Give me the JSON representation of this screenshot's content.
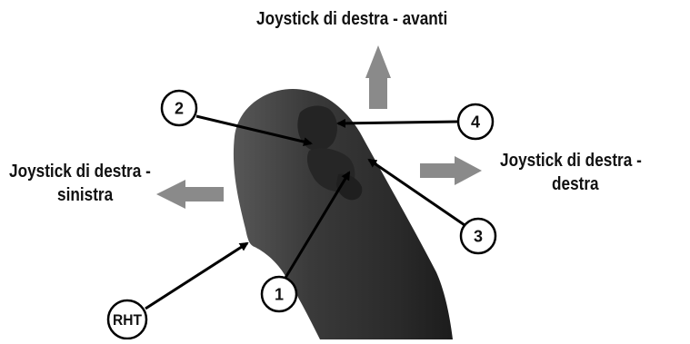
{
  "labels": {
    "forward": "Joystick di destra - avanti",
    "left_line1": "Joystick di destra -",
    "left_line2": "sinistra",
    "right_line1": "Joystick di destra -",
    "right_line2": "destra"
  },
  "callouts": {
    "c1": "1",
    "c2": "2",
    "c3": "3",
    "c4": "4",
    "rht": "RHT"
  },
  "colors": {
    "direction_arrow": "#8a8a8a",
    "handle_dark": "#2b2b2b",
    "handle_mid": "#3c3c3c",
    "leader_line": "#000000"
  }
}
